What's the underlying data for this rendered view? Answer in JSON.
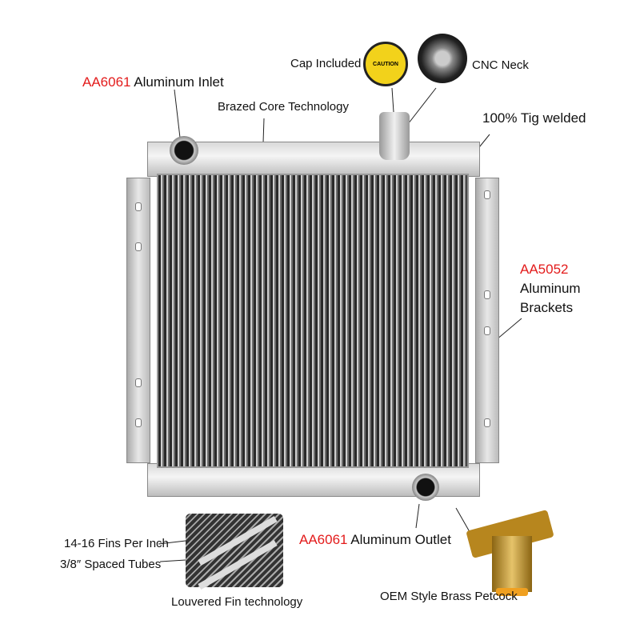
{
  "labels": {
    "inlet": {
      "code": "AA6061",
      "text": "Aluminum Inlet"
    },
    "brazed": "Brazed Core Technology",
    "cap": "Cap Included",
    "cnc": "CNC Neck",
    "tig": "100% Tig welded",
    "brackets": {
      "code": "AA5052",
      "line1": "Aluminum",
      "line2": "Brackets"
    },
    "fins": "14-16 Fins Per Inch",
    "tubes": "3/8″ Spaced Tubes",
    "louvered": "Louvered Fin technology",
    "outlet": {
      "code": "AA6061",
      "text": "Aluminum Outlet"
    },
    "petcock": "OEM Style Brass Petcock"
  },
  "cap_text": "CAUTION",
  "colors": {
    "accent": "#e31b1b",
    "cap": "#f2d21b"
  }
}
